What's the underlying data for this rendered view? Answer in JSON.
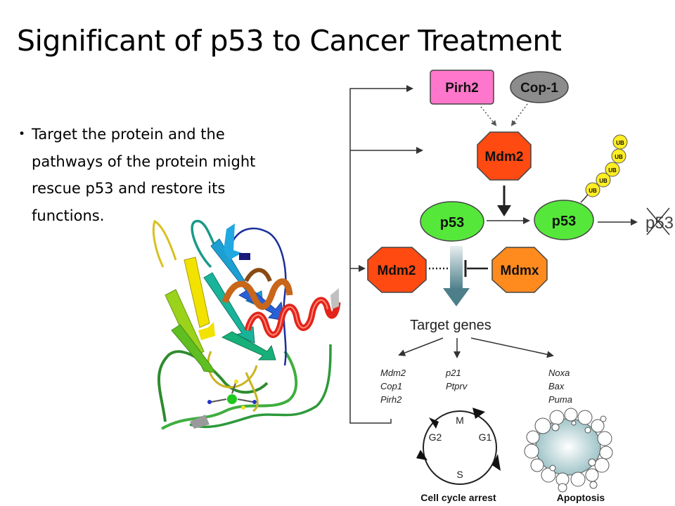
{
  "slide": {
    "title": "Significant of p53 to Cancer Treatment",
    "bullets": [
      {
        "lines": [
          "Target the protein and the",
          "pathways of the protein might",
          "rescue p53 and restore its",
          "functions."
        ]
      }
    ]
  },
  "diagram": {
    "nodes": {
      "pirh2": "Pirh2",
      "cop1": "Cop-1",
      "mdm2_top": "Mdm2",
      "p53_left": "p53",
      "p53_right": "p53",
      "p53_degraded": "p53",
      "mdm2_bottom": "Mdm2",
      "mdmx": "Mdmx",
      "ub": "UB"
    },
    "target_genes_label": "Target genes",
    "gene_groups": {
      "left": [
        "Mdm2",
        "Cop1",
        "Pirh2"
      ],
      "middle": [
        "p21",
        "Ptprv"
      ],
      "right": [
        "Noxa",
        "Bax",
        "Puma"
      ]
    },
    "cell_cycle": {
      "phases": [
        "M",
        "G1",
        "S",
        "G2"
      ],
      "caption": "Cell cycle arrest"
    },
    "apoptosis_caption": "Apoptosis",
    "colors": {
      "pirh2": "#ff77cc",
      "cop1": "#8c8c8c",
      "mdm2": "#ff4a12",
      "p53": "#55e83a",
      "mdmx": "#ff8a1e",
      "ub": "#ffee22"
    }
  },
  "protein_image": {
    "description_icon": "p53-protein-ribbon-structure"
  }
}
